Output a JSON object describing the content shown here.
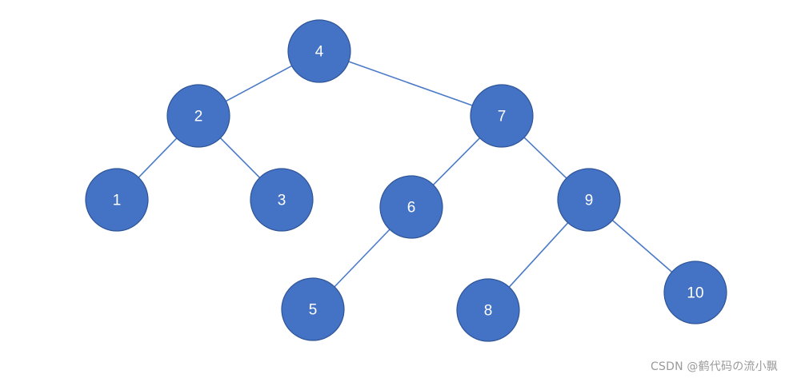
{
  "tree": {
    "nodes": [
      {
        "id": "n4",
        "label": "4"
      },
      {
        "id": "n2",
        "label": "2"
      },
      {
        "id": "n7",
        "label": "7"
      },
      {
        "id": "n1",
        "label": "1"
      },
      {
        "id": "n3",
        "label": "3"
      },
      {
        "id": "n6",
        "label": "6"
      },
      {
        "id": "n9",
        "label": "9"
      },
      {
        "id": "n5",
        "label": "5"
      },
      {
        "id": "n8",
        "label": "8"
      },
      {
        "id": "n10",
        "label": "10"
      }
    ],
    "edges": [
      {
        "from": "n4",
        "to": "n2"
      },
      {
        "from": "n4",
        "to": "n7"
      },
      {
        "from": "n2",
        "to": "n1"
      },
      {
        "from": "n2",
        "to": "n3"
      },
      {
        "from": "n7",
        "to": "n6"
      },
      {
        "from": "n7",
        "to": "n9"
      },
      {
        "from": "n6",
        "to": "n5"
      },
      {
        "from": "n9",
        "to": "n8"
      },
      {
        "from": "n9",
        "to": "n10"
      }
    ],
    "colors": {
      "node_fill": "#4472c4",
      "edge": "#4a7ac8",
      "label": "#ffffff"
    }
  },
  "watermark": {
    "text": "CSDN @鹤代码の流小飘"
  }
}
